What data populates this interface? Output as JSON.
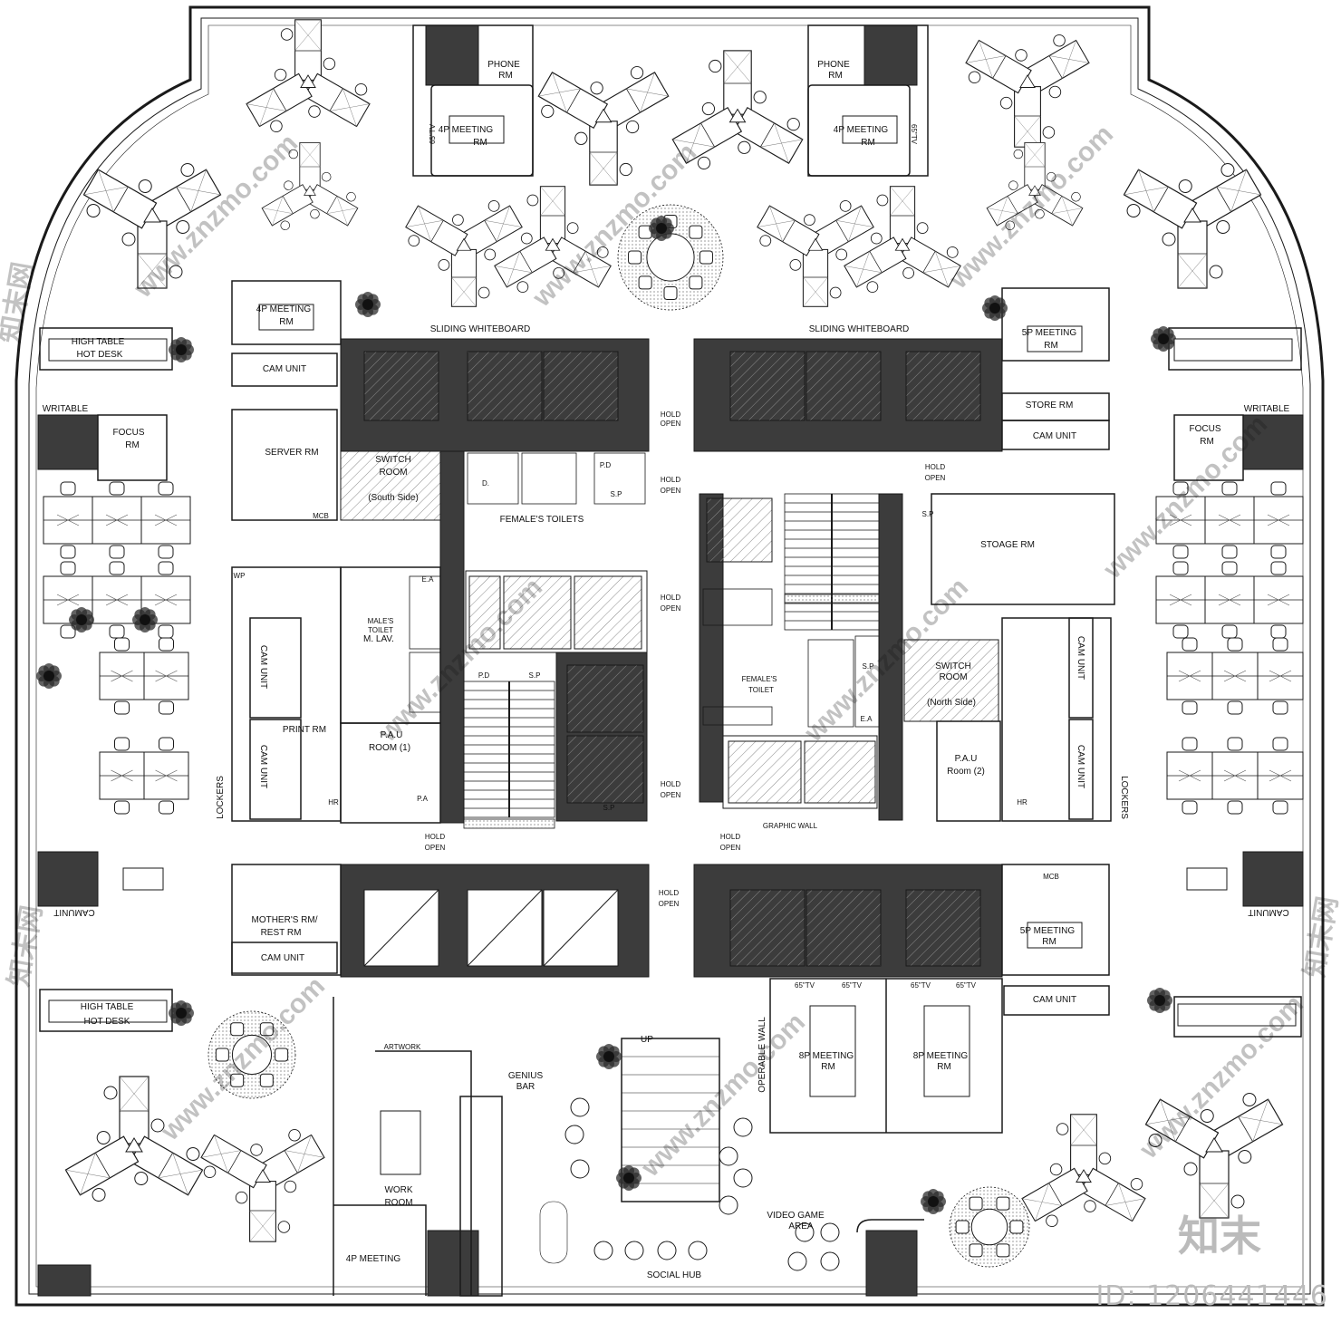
{
  "rooms": {
    "phone_l": [
      "PHONE",
      "RM"
    ],
    "phone_r": [
      "PHONE",
      "RM"
    ],
    "meet4_tl": [
      "4P MEETING",
      "RM"
    ],
    "meet4_tr": [
      "4P MEETING",
      "RM"
    ],
    "meet4_l": [
      "4P MEETING",
      "RM"
    ],
    "meet5_tr": [
      "5P MEETING",
      "RM"
    ],
    "meet5_br": [
      "5P MEETING",
      "RM"
    ],
    "meet8_a": [
      "8P MEETING",
      "RM"
    ],
    "meet8_b": [
      "8P MEETING",
      "RM"
    ],
    "meet4_bottom": "4P MEETING",
    "high_table_top": [
      "HIGH TABLE",
      "HOT DESK"
    ],
    "high_table_bottom": [
      "HIGH TABLE",
      "HOT DESK"
    ],
    "cam_unit": "CAM UNIT",
    "camunit_rot": "CAMUNIT",
    "server": "SERVER RM",
    "switch_south": [
      "SWITCH",
      "ROOM",
      "(South Side)"
    ],
    "switch_north": [
      "SWITCH",
      "ROOM",
      "(North Side)"
    ],
    "store": "STORE RM",
    "stoage": "STOAGE RM",
    "focus_l": [
      "FOCUS",
      "RM"
    ],
    "focus_r": [
      "FOCUS",
      "RM"
    ],
    "writable": "WRITABLE",
    "writable_r": "WRITABLE",
    "sliding_l": "SLIDING WHITEBOARD",
    "sliding_r": "SLIDING WHITEBOARD",
    "female_toilets": "FEMALE'S TOILETS",
    "female_toilet": [
      "FEMALE'S",
      "TOILET"
    ],
    "male_toilet": [
      "MALE'S",
      "TOILET",
      "M. LAV."
    ],
    "print": "PRINT RM",
    "pau1": [
      "P.A.U",
      "ROOM (1)"
    ],
    "pau2": [
      "P.A.U",
      "Room (2)"
    ],
    "lockers": "LOCKERS",
    "mothers": [
      "MOTHER'S RM/",
      "REST RM"
    ],
    "hold_open": [
      "HOLD",
      "OPEN"
    ],
    "graphic_wall": "GRAPHIC WALL",
    "artwork": "ARTWORK",
    "genius_bar": [
      "GENIUS",
      "BAR"
    ],
    "work_room": [
      "WORK",
      "ROOM"
    ],
    "up": "UP",
    "social_hub": "SOCIAL HUB",
    "video_game": [
      "VIDEO GAME",
      "AREA"
    ],
    "operable_wall": "OPERABLE WALL",
    "tv": "65\"TV",
    "pd": "P.D",
    "sp": "S.P",
    "pa": "P.A",
    "ea": "E.A",
    "hr": "HR",
    "wp": "WP",
    "mcb": "MCB",
    "d": "D."
  },
  "watermark": {
    "site": "www.znzmo.com",
    "brand": "知末网",
    "logo": "知末",
    "id": "ID: 1206441446"
  },
  "colors": {
    "core": "#3c3c3c",
    "line": "#1a1a1a",
    "hatch": "#7a7a7a"
  }
}
